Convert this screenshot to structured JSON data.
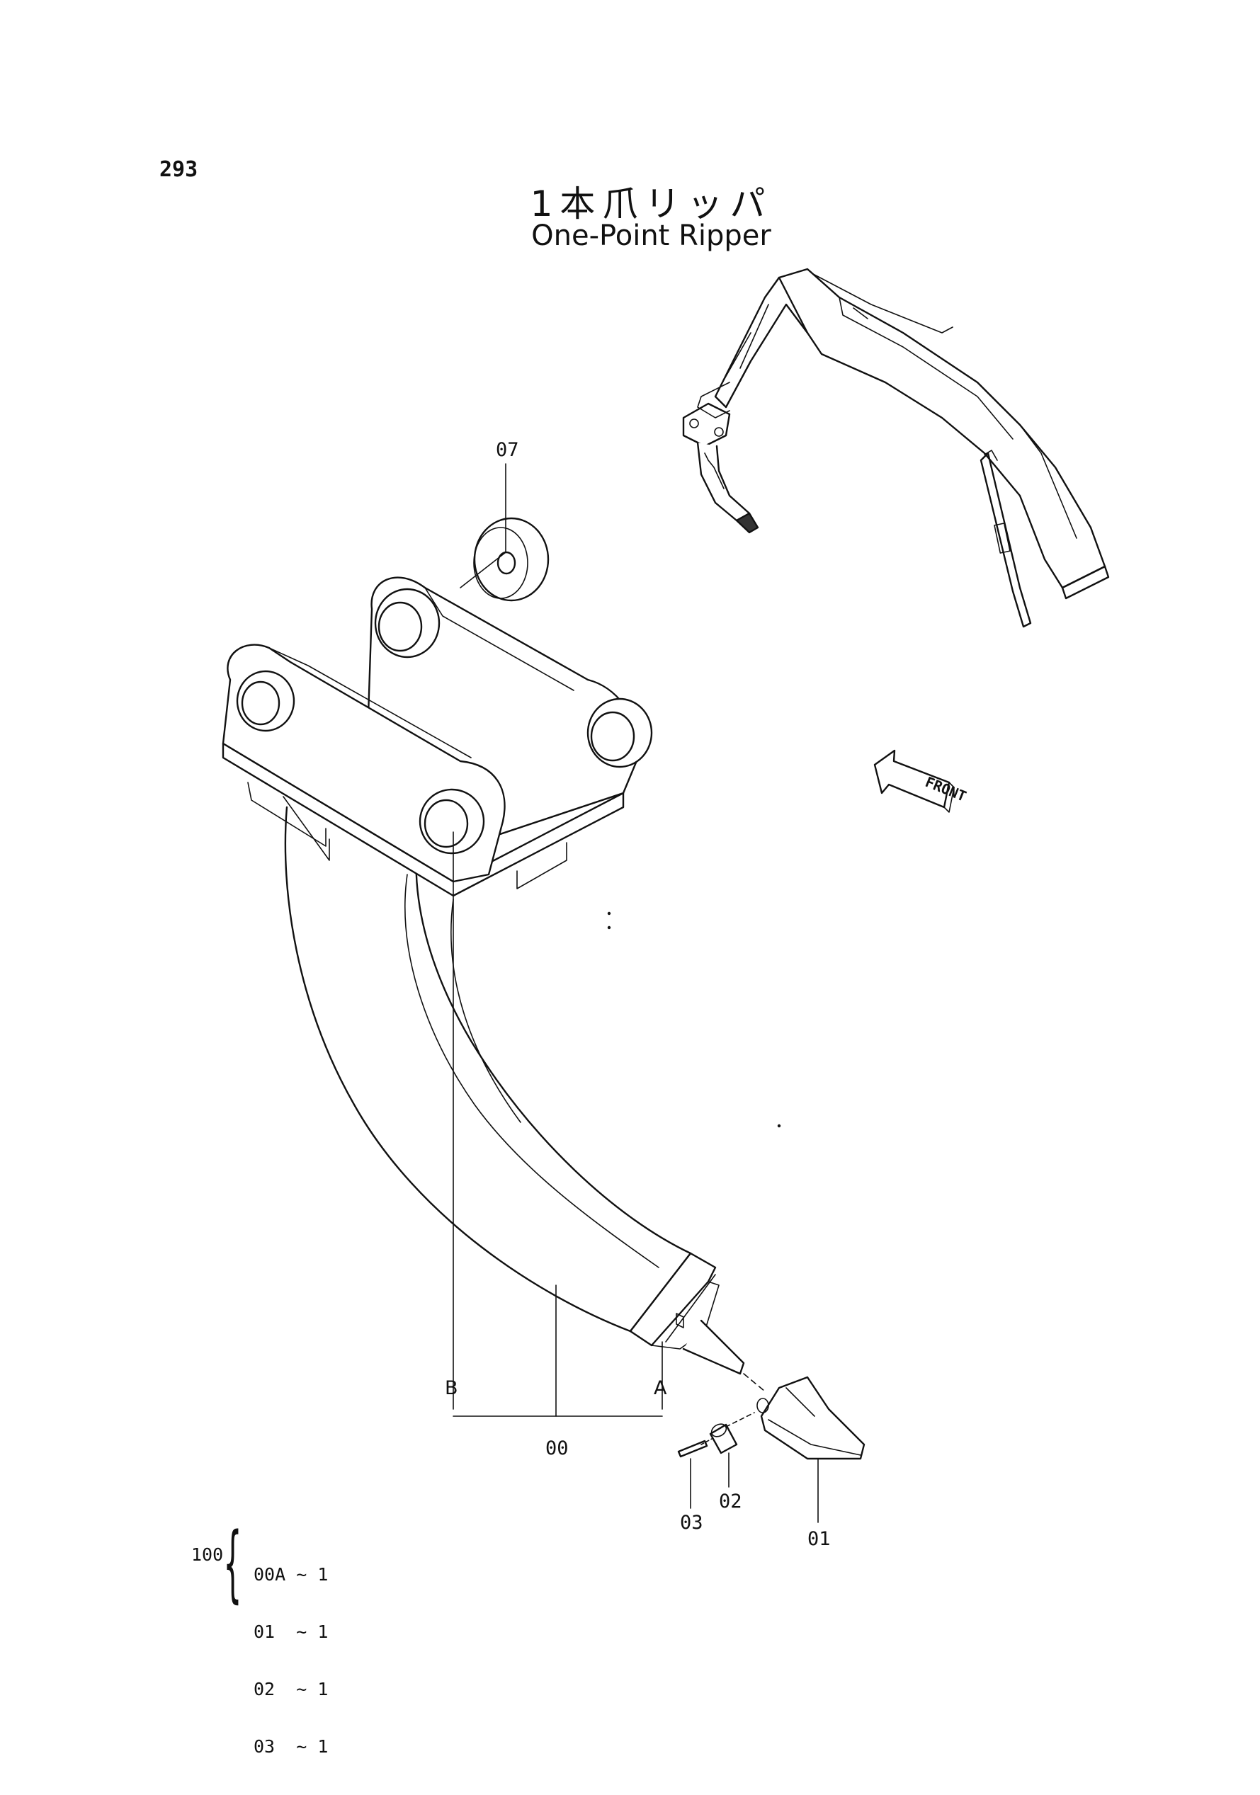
{
  "page_number": "293",
  "title_jp": "1本爪リッパ",
  "title_en": "One-Point Ripper",
  "front_label": "FRONT",
  "callouts": {
    "c07": "07",
    "cB": "B",
    "cA": "A",
    "c00": "00",
    "c01": "01",
    "c02": "02",
    "c03": "03"
  },
  "assembly": {
    "code": "100",
    "rows": [
      {
        "part": "00A",
        "qty": "~ 1"
      },
      {
        "part": "01 ",
        "qty": "~ 1"
      },
      {
        "part": "02 ",
        "qty": "~ 1"
      },
      {
        "part": "03 ",
        "qty": "~ 1"
      }
    ]
  }
}
